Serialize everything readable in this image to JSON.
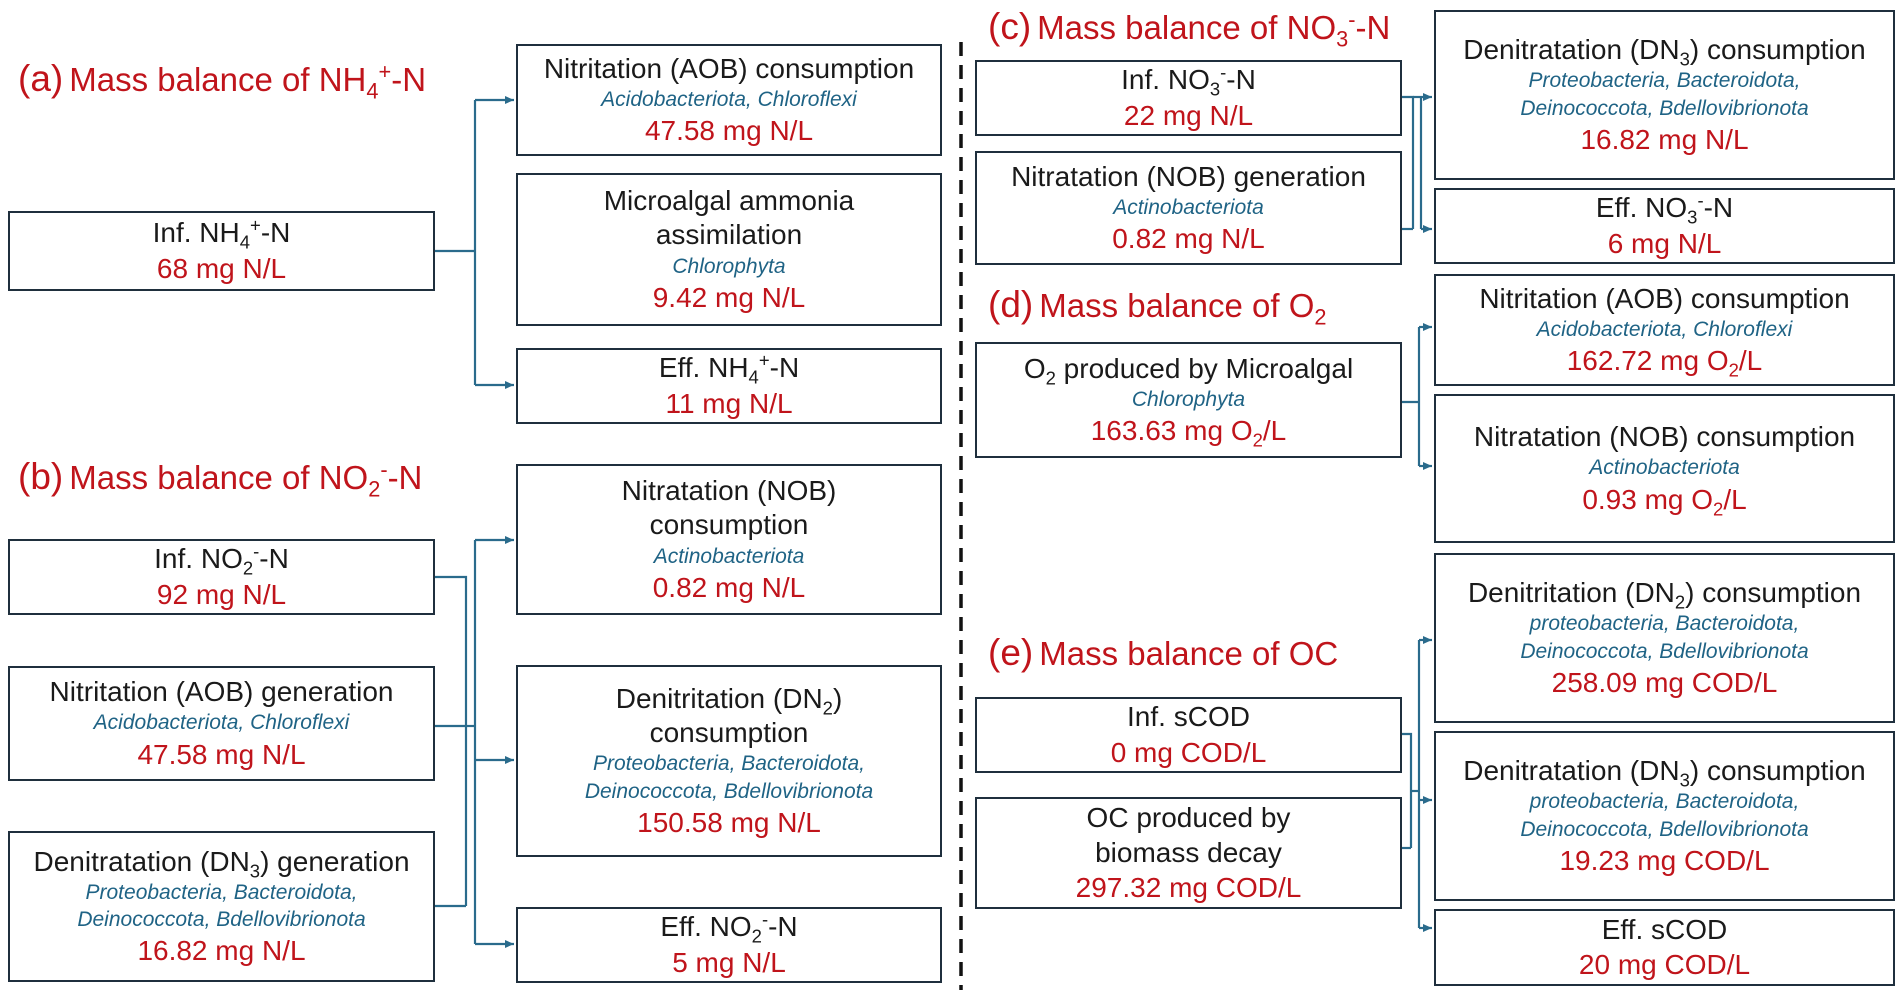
{
  "colors": {
    "title_red": "#c0141b",
    "organism_blue": "#1f6385",
    "line_teal": "#2a6b8c",
    "box_border": "#1f2f3d"
  },
  "sections": {
    "a": {
      "letter": "(a)",
      "title_pre": "Mass balance of NH",
      "title_sub": "4",
      "title_sup": "+",
      "title_post": "-N"
    },
    "b": {
      "letter": "(b)",
      "title_pre": "Mass balance of NO",
      "title_sub": "2",
      "title_sup": "-",
      "title_post": "-N"
    },
    "c": {
      "letter": "(c)",
      "title_pre": "Mass balance of NO",
      "title_sub": "3",
      "title_sup": "-",
      "title_post": "-N"
    },
    "d": {
      "letter": "(d)",
      "title_pre": "Mass balance of O",
      "title_sub": "2"
    },
    "e": {
      "letter": "(e)",
      "title_pre": "Mass balance of OC"
    }
  },
  "boxes": {
    "a_in": {
      "t_pre": "Inf. NH",
      "t_sub": "4",
      "t_sup": "+",
      "t_post": "-N",
      "value": "68 mg N/L"
    },
    "a_out1": {
      "t": "Nitritation (AOB) consumption",
      "org": "Acidobacteriota, Chloroflexi",
      "value": "47.58 mg N/L"
    },
    "a_out2": {
      "t1": "Microalgal ammonia",
      "t2": "assimilation",
      "org": "Chlorophyta",
      "value": "9.42 mg N/L"
    },
    "a_out3": {
      "t_pre": "Eff. NH",
      "t_sub": "4",
      "t_sup": "+",
      "t_post": "-N",
      "value": "11 mg N/L"
    },
    "b_in1": {
      "t_pre": "Inf. NO",
      "t_sub": "2",
      "t_sup": "-",
      "t_post": "-N",
      "value": "92 mg N/L"
    },
    "b_in2": {
      "t": "Nitritation (AOB) generation",
      "org": "Acidobacteriota, Chloroflexi",
      "value": "47.58 mg N/L"
    },
    "b_in3": {
      "t_pre": "Denitratation (DN",
      "t_sub": "3",
      "t_post": ") generation",
      "org1": "Proteobacteria, Bacteroidota,",
      "org2": "Deinococcota, Bdellovibrionota",
      "value": "16.82 mg N/L"
    },
    "b_out1": {
      "t1": "Nitratation (NOB)",
      "t2": "consumption",
      "org": "Actinobacteriota",
      "value": "0.82 mg N/L"
    },
    "b_out2": {
      "t_pre": "Denitritation (DN",
      "t_sub": "2",
      "t_post": ")",
      "t2": "consumption",
      "org1": "Proteobacteria, Bacteroidota,",
      "org2": "Deinococcota, Bdellovibrionota",
      "value": "150.58 mg N/L"
    },
    "b_out3": {
      "t_pre": "Eff. NO",
      "t_sub": "2",
      "t_sup": "-",
      "t_post": "-N",
      "value": "5 mg N/L"
    },
    "c_in1": {
      "t_pre": "Inf. NO",
      "t_sub": "3",
      "t_sup": "-",
      "t_post": "-N",
      "value": "22 mg N/L"
    },
    "c_in2": {
      "t": "Nitratation (NOB) generation",
      "org": "Actinobacteriota",
      "value": "0.82 mg N/L"
    },
    "c_out1": {
      "t_pre": "Denitratation (DN",
      "t_sub": "3",
      "t_post": ") consumption",
      "org1": "Proteobacteria, Bacteroidota,",
      "org2": "Deinococcota, Bdellovibrionota",
      "value": "16.82 mg N/L"
    },
    "c_out2": {
      "t_pre": "Eff. NO",
      "t_sub": "3",
      "t_sup": "-",
      "t_post": "-N",
      "value": "6 mg N/L"
    },
    "d_in": {
      "t_pre": "O",
      "t_sub": "2",
      "t_post": " produced by Microalgal",
      "org": "Chlorophyta",
      "v_pre": "163.63 mg O",
      "v_sub": "2",
      "v_post": "/L"
    },
    "d_out1": {
      "t": "Nitritation (AOB) consumption",
      "org": "Acidobacteriota, Chloroflexi",
      "v_pre": "162.72 mg O",
      "v_sub": "2",
      "v_post": "/L"
    },
    "d_out2": {
      "t": "Nitratation (NOB) consumption",
      "org": "Actinobacteriota",
      "v_pre": "0.93 mg O",
      "v_sub": "2",
      "v_post": "/L"
    },
    "e_in1": {
      "t": "Inf. sCOD",
      "value": "0 mg COD/L"
    },
    "e_in2": {
      "t1": "OC produced by",
      "t2": "biomass decay",
      "value": "297.32 mg COD/L"
    },
    "e_out1": {
      "t_pre": "Denitritation (DN",
      "t_sub": "2",
      "t_post": ") consumption",
      "org1": "proteobacteria, Bacteroidota,",
      "org2": "Deinococcota, Bdellovibrionota",
      "value": "258.09 mg COD/L"
    },
    "e_out2": {
      "t_pre": "Denitratation (DN",
      "t_sub": "3",
      "t_post": ") consumption",
      "org1": "proteobacteria, Bacteroidota,",
      "org2": "Deinococcota, Bdellovibrionota",
      "value": "19.23 mg COD/L"
    },
    "e_out3": {
      "t": "Eff. sCOD",
      "value": "20 mg COD/L"
    }
  }
}
